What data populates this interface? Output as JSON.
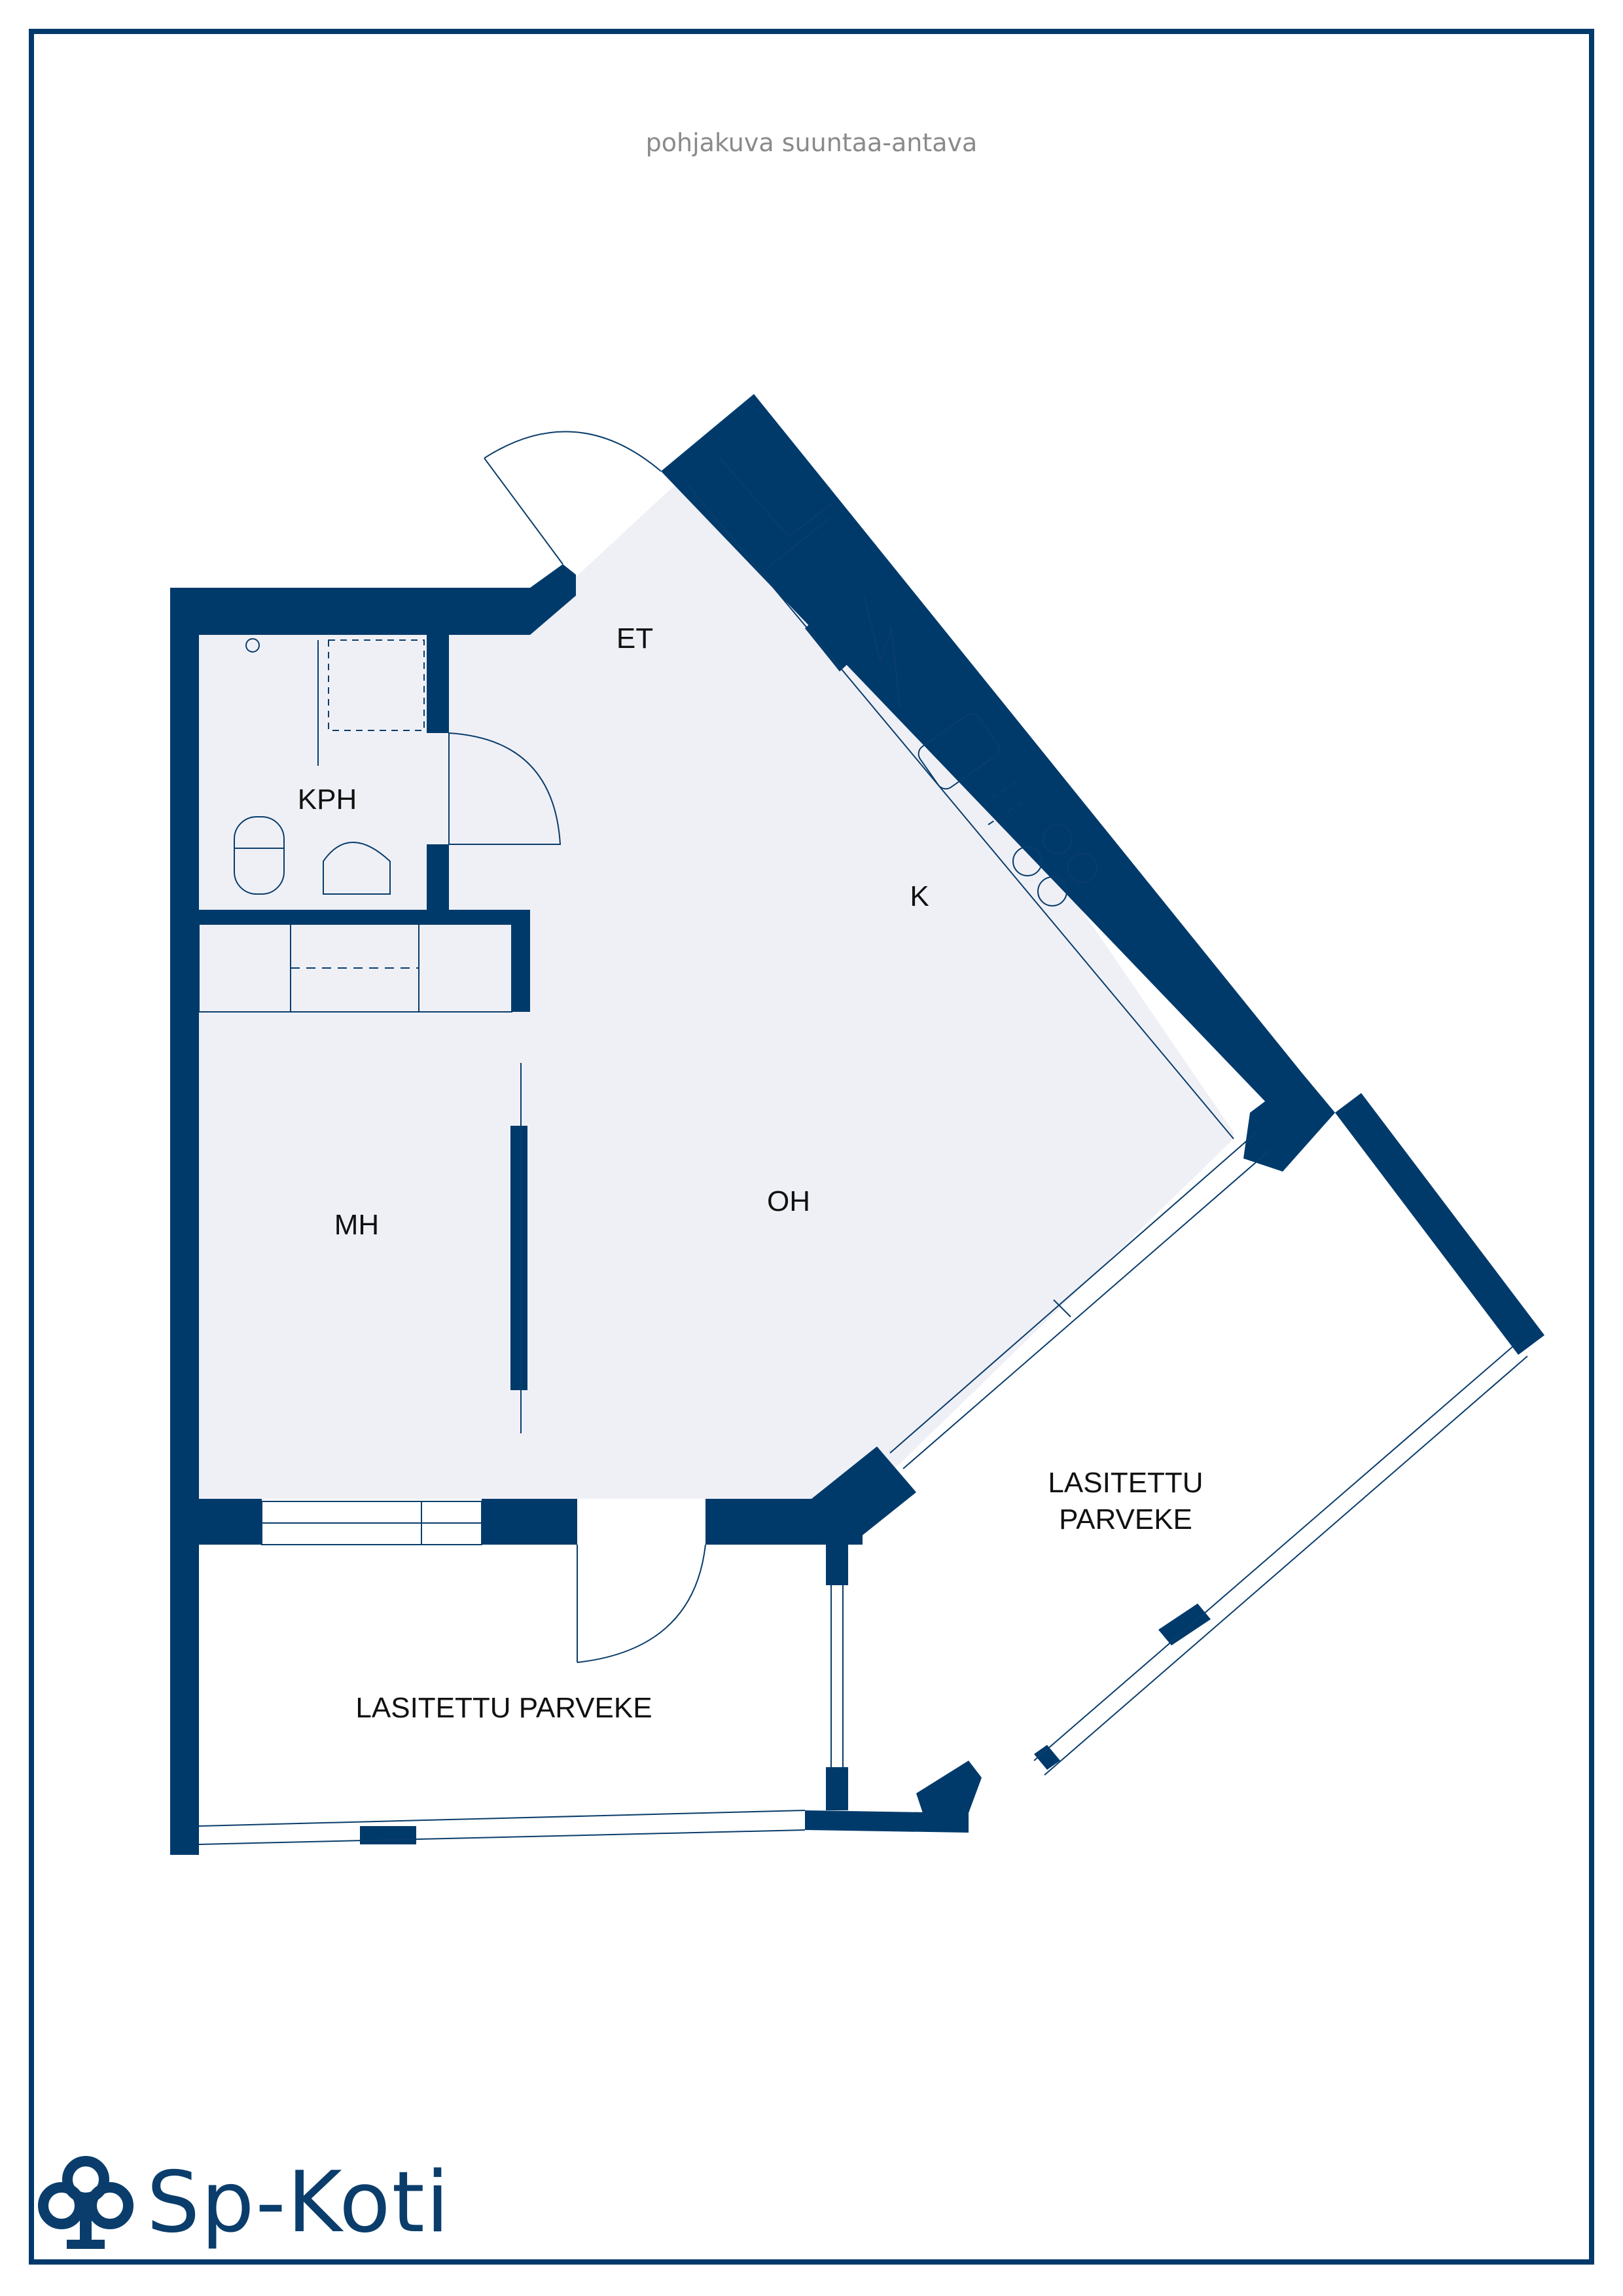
{
  "caption": "pohjakuva suuntaa-antava",
  "rooms": {
    "et": "ET",
    "kph": "KPH",
    "k": "K",
    "mh": "MH",
    "oh": "OH",
    "balcony_right": "LASITETTU\nPARVEKE",
    "balcony_bottom": "LASITETTU  PARVEKE"
  },
  "brand": {
    "name": "Sp-Koti",
    "logo_icon": "cloverleaf-tree-icon"
  },
  "colors": {
    "wall": "#003a6b",
    "floor": "#eff0f6",
    "line": "#0a3d6b",
    "caption": "#8a8a8a",
    "background": "#ffffff"
  }
}
